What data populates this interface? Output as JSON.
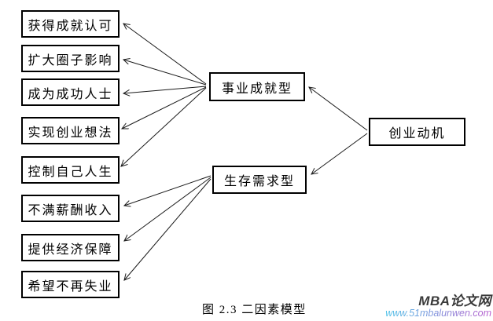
{
  "figure": {
    "caption": "图 2.3 二因素模型"
  },
  "nodes": {
    "left": [
      "获得成就认可",
      "扩大圈子影响",
      "成为成功人士",
      "实现创业想法",
      "控制自己人生",
      "不满薪酬收入",
      "提供经济保障",
      "希望不再失业"
    ],
    "middle": [
      "事业成就型",
      "生存需求型"
    ],
    "right": "创业动机"
  },
  "edges": [
    {
      "from": "创业动机",
      "to": "事业成就型"
    },
    {
      "from": "创业动机",
      "to": "生存需求型"
    },
    {
      "from": "事业成就型",
      "to": "获得成就认可"
    },
    {
      "from": "事业成就型",
      "to": "扩大圈子影响"
    },
    {
      "from": "事业成就型",
      "to": "成为成功人士"
    },
    {
      "from": "事业成就型",
      "to": "实现创业想法"
    },
    {
      "from": "事业成就型",
      "to": "控制自己人生"
    },
    {
      "from": "生存需求型",
      "to": "不满薪酬收入"
    },
    {
      "from": "生存需求型",
      "to": "提供经济保障"
    },
    {
      "from": "生存需求型",
      "to": "希望不再失业"
    }
  ],
  "watermark": {
    "site_name": "MBA论文网",
    "site_url": "www.51mbalunwen.com",
    "name_color": "#3a3a3a",
    "url_gradient_start": "#4fc3e8",
    "url_gradient_end": "#b95cce"
  },
  "colors": {
    "background": "#ffffff",
    "box_border": "#000000",
    "line": "#1a1a1a",
    "text": "#000000"
  }
}
